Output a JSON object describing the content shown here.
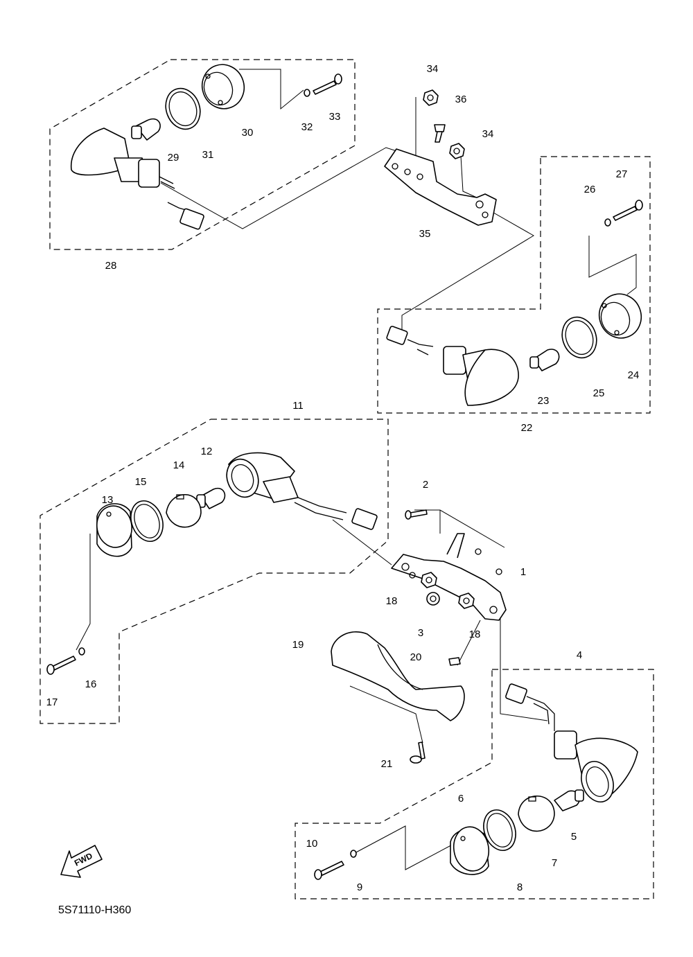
{
  "diagram": {
    "drawing_code": "5S71110-H360",
    "direction_label": "FWD",
    "callouts": [
      {
        "id": "c1",
        "text": "1"
      },
      {
        "id": "c2",
        "text": "2"
      },
      {
        "id": "c3",
        "text": "3"
      },
      {
        "id": "c4",
        "text": "4"
      },
      {
        "id": "c5",
        "text": "5"
      },
      {
        "id": "c6",
        "text": "6"
      },
      {
        "id": "c7",
        "text": "7"
      },
      {
        "id": "c8",
        "text": "8"
      },
      {
        "id": "c9",
        "text": "9"
      },
      {
        "id": "c10",
        "text": "10"
      },
      {
        "id": "c11",
        "text": "11"
      },
      {
        "id": "c12",
        "text": "12"
      },
      {
        "id": "c13",
        "text": "13"
      },
      {
        "id": "c14",
        "text": "14"
      },
      {
        "id": "c15",
        "text": "15"
      },
      {
        "id": "c16",
        "text": "16"
      },
      {
        "id": "c17",
        "text": "17"
      },
      {
        "id": "c18a",
        "text": "18"
      },
      {
        "id": "c18b",
        "text": "18"
      },
      {
        "id": "c19",
        "text": "19"
      },
      {
        "id": "c20",
        "text": "20"
      },
      {
        "id": "c21",
        "text": "21"
      },
      {
        "id": "c22",
        "text": "22"
      },
      {
        "id": "c23",
        "text": "23"
      },
      {
        "id": "c24",
        "text": "24"
      },
      {
        "id": "c25",
        "text": "25"
      },
      {
        "id": "c26",
        "text": "26"
      },
      {
        "id": "c27",
        "text": "27"
      },
      {
        "id": "c28",
        "text": "28"
      },
      {
        "id": "c29",
        "text": "29"
      },
      {
        "id": "c30",
        "text": "30"
      },
      {
        "id": "c31",
        "text": "31"
      },
      {
        "id": "c32",
        "text": "32"
      },
      {
        "id": "c33",
        "text": "33"
      },
      {
        "id": "c34a",
        "text": "34"
      },
      {
        "id": "c34b",
        "text": "34"
      },
      {
        "id": "c35",
        "text": "35"
      },
      {
        "id": "c36",
        "text": "36"
      }
    ]
  }
}
